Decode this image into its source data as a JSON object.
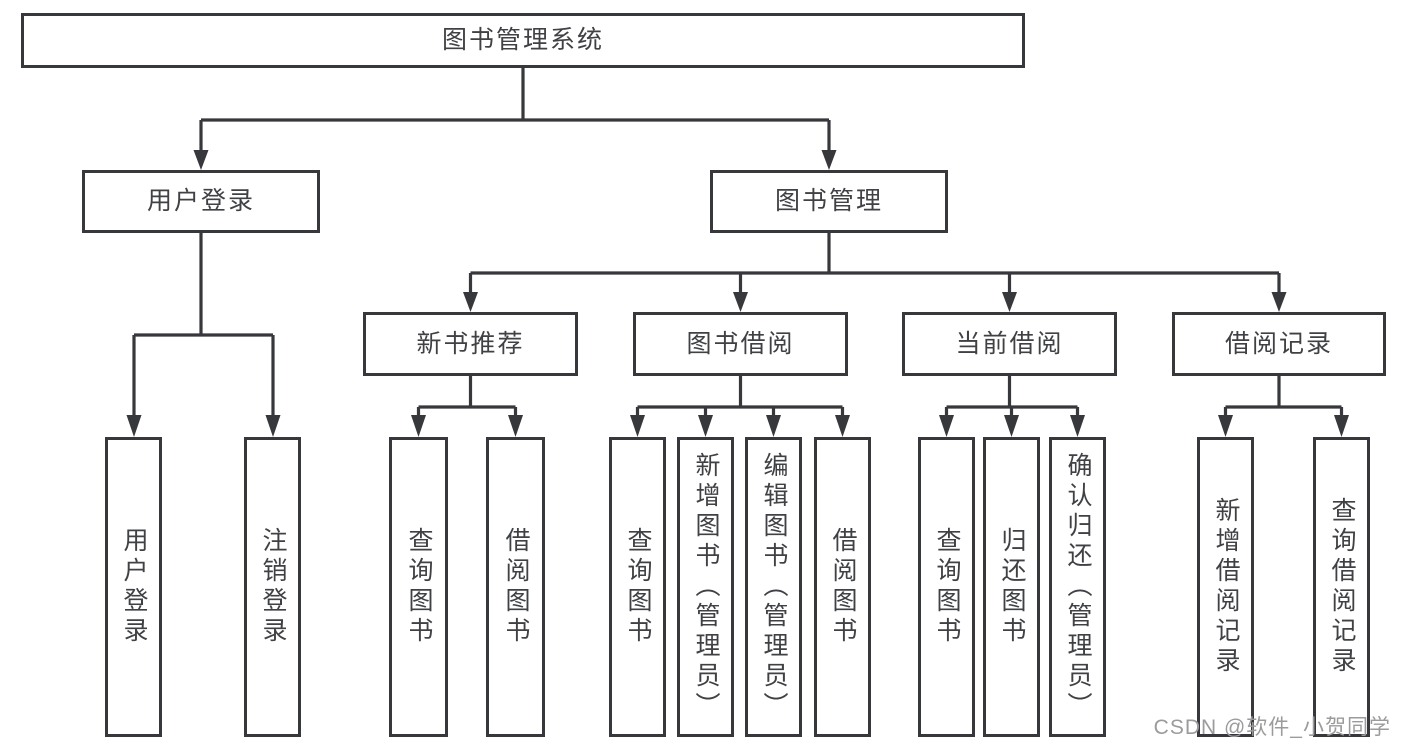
{
  "diagram": {
    "type": "functional-structure-tree",
    "root": {
      "label": "图书管理系统",
      "children": [
        {
          "label": "用户登录",
          "children": [
            {
              "label": "用户登录"
            },
            {
              "label": "注销登录"
            }
          ]
        },
        {
          "label": "图书管理",
          "children": [
            {
              "label": "新书推荐",
              "children": [
                {
                  "label": "查询图书"
                },
                {
                  "label": "借阅图书"
                }
              ]
            },
            {
              "label": "图书借阅",
              "children": [
                {
                  "label": "查询图书"
                },
                {
                  "label": "新增图书（管理员）"
                },
                {
                  "label": "编辑图书（管理员）"
                },
                {
                  "label": "借阅图书"
                }
              ]
            },
            {
              "label": "当前借阅",
              "children": [
                {
                  "label": "查询图书"
                },
                {
                  "label": "归还图书"
                },
                {
                  "label": "确认归还（管理员）"
                }
              ]
            },
            {
              "label": "借阅记录",
              "children": [
                {
                  "label": "新增借阅记录"
                },
                {
                  "label": "查询借阅记录"
                }
              ]
            }
          ]
        }
      ]
    },
    "watermark": "CSDN @软件_小贺同学",
    "colors": {
      "line": "#37383b",
      "box_border": "#37383b",
      "text": "#3f4144",
      "watermark": "#9b9b9b",
      "background": "#ffffff"
    }
  }
}
